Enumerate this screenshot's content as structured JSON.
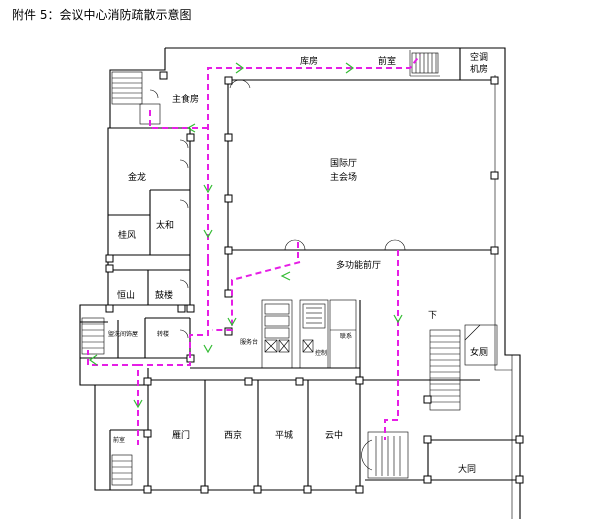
{
  "title": "附件 5：会议中心消防疏散示意图",
  "rooms": {
    "kufang": "库房",
    "qianshi_top": "前室",
    "kongtiao_1": "空调",
    "kongtiao_2": "机房",
    "zhushifang": "主食房",
    "guojiting": "国际厅",
    "zhuhuichang": "主会场",
    "jinlong": "金龙",
    "taihe": "太和",
    "guifeng": "桂风",
    "duogongneng": "多功能前厅",
    "hengshan": "恒山",
    "gulou": "鼓楼",
    "xishoujian": "盥洗间",
    "gouzhu": "饰屋",
    "zhuanlou": "转楼",
    "fuwutai": "服务台",
    "kongzhi": "控制",
    "lianxi": "联系",
    "xia": "下",
    "nvce": "女厕",
    "yanmen": "雁门",
    "xijing": "西京",
    "pingcheng": "平城",
    "yunzhong": "云中",
    "datong": "大同",
    "qianshi_bottom": "前室"
  },
  "colors": {
    "route": "#e61ee6",
    "arrow": "#33bb33"
  }
}
